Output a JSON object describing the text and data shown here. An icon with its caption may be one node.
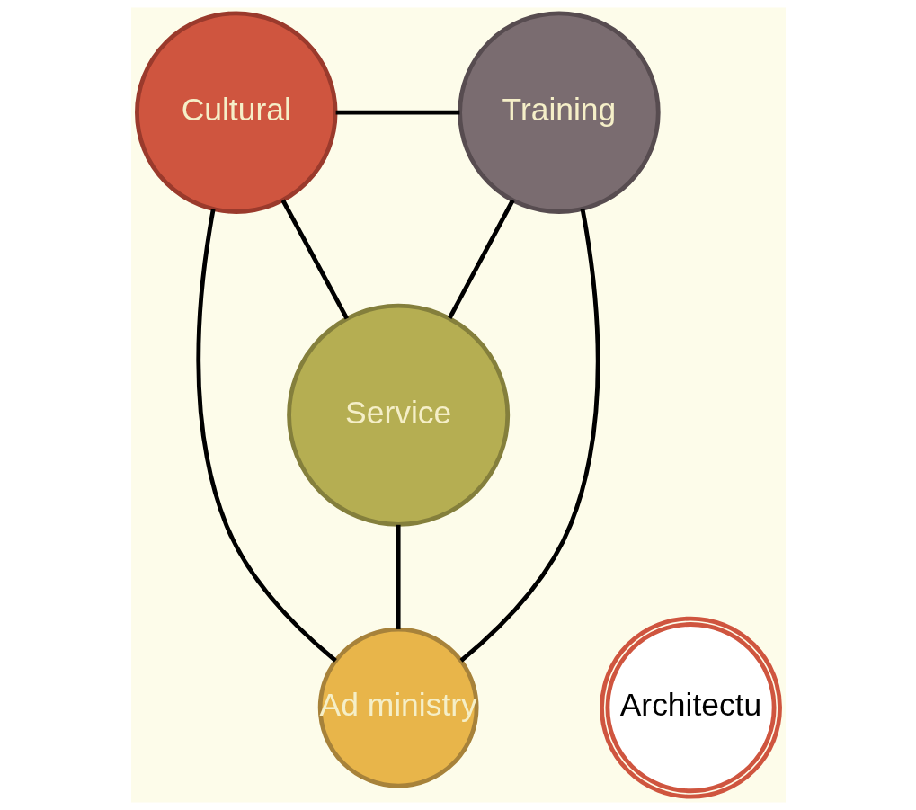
{
  "diagram": {
    "nodes": [
      {
        "text": [
          "Cultural"
        ]
      },
      {
        "text": [
          "Training"
        ]
      },
      {
        "text": [
          "Service"
        ]
      },
      {
        "text": [
          "Ad ministry"
        ]
      },
      {
        "text": [
          "Architectu"
        ]
      }
    ],
    "edges": [
      {
        "from": 0,
        "to": 1,
        "arrow": "none"
      },
      {
        "from": 0,
        "to": 2,
        "arrow": "none"
      },
      {
        "from": 1,
        "to": 2,
        "arrow": "none"
      },
      {
        "from": 0,
        "to": 3,
        "arrow": "none"
      },
      {
        "from": 2,
        "to": 3,
        "arrow": "none"
      },
      {
        "from": 1,
        "to": 3,
        "arrow": "none"
      }
    ]
  }
}
